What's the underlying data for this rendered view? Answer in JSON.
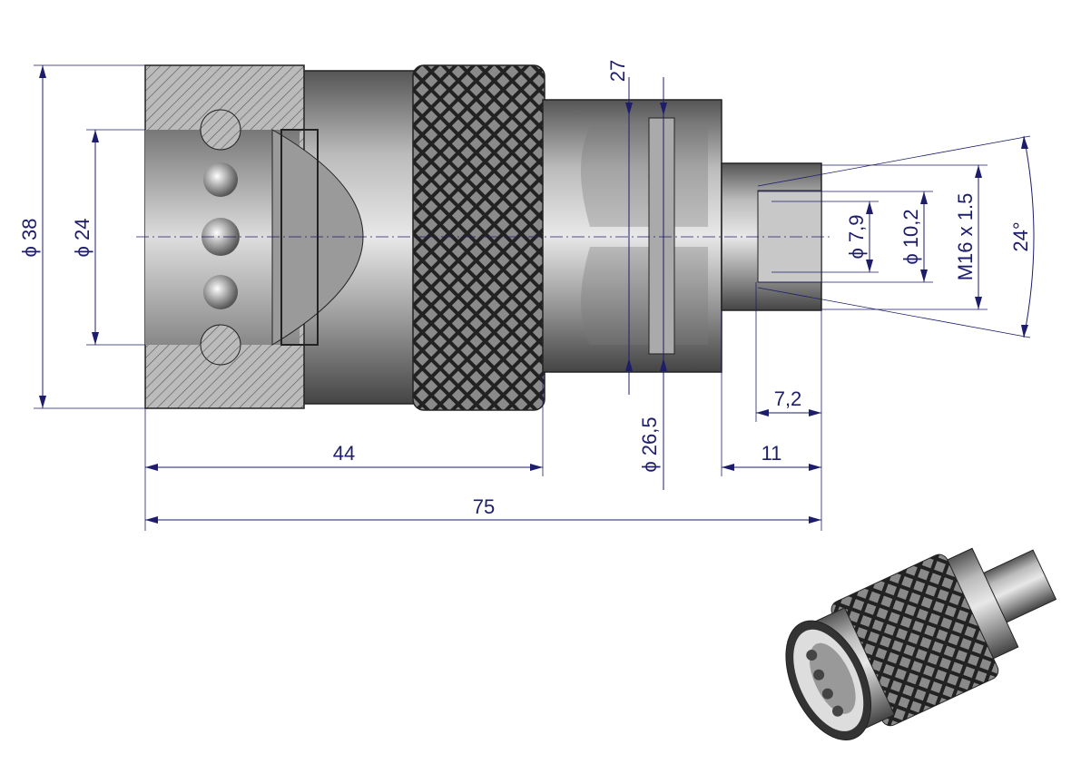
{
  "drawing": {
    "dimensions": {
      "d38": "ϕ 38",
      "d24": "ϕ 24",
      "hex27": "27",
      "d26_5": "ϕ 26,5",
      "d7_9": "ϕ 7,9",
      "d10_2": "ϕ 10,2",
      "thread": "M16 x 1.5",
      "angle": "24°",
      "len7_2": "7,2",
      "len11": "11",
      "len44": "44",
      "len75": "75"
    },
    "colors": {
      "dimension": "#1d1d6b",
      "metal": "#9a9a9a",
      "dark_metal": "#3a3a3a"
    }
  }
}
